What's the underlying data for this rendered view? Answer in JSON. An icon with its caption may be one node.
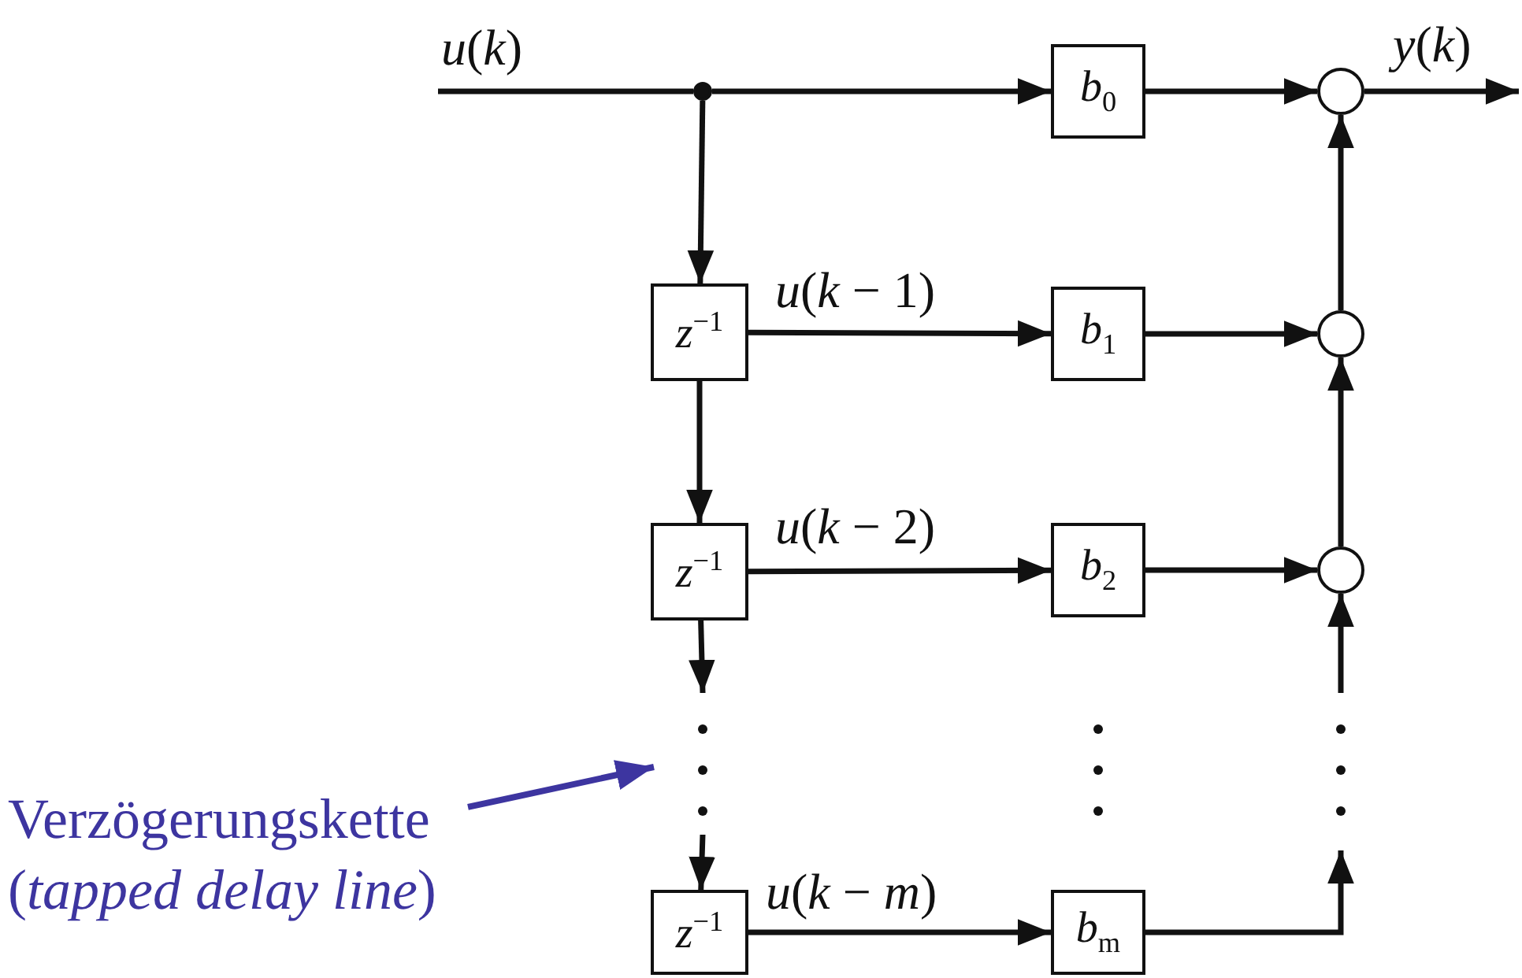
{
  "diagram": {
    "nodes": [
      {
        "text": [],
        "shape": "circle"
      },
      {
        "text": [
          "*b*$_{0}$"
        ]
      },
      {
        "text": [],
        "shape": "circle"
      },
      {
        "text": [
          "*z*$^{−1}$"
        ]
      },
      {
        "text": [
          "*b*$_{1}$"
        ]
      },
      {
        "text": [],
        "shape": "circle"
      },
      {
        "text": [
          "*z*$^{−1}$"
        ]
      },
      {
        "text": [
          "*b*$_{2}$"
        ]
      },
      {
        "text": [],
        "shape": "circle"
      },
      {
        "text": [
          "*z*$^{−1}$"
        ]
      },
      {
        "text": [
          "*b*$_{m}$"
        ]
      },
      {
        "text": [
          "Verzögerungskette (*tapped delay line*)"
        ]
      }
    ],
    "edges": [
      {
        "from": null,
        "to": 0,
        "arrow": "none",
        "label": "*u*(*k*)"
      },
      {
        "from": 0,
        "to": 1,
        "arrow": "to"
      },
      {
        "from": 1,
        "to": 2,
        "arrow": "to"
      },
      {
        "from": 2,
        "to": null,
        "arrow": "to",
        "label": "*y*(*k*)"
      },
      {
        "from": 0,
        "to": 3,
        "arrow": "to"
      },
      {
        "from": 3,
        "to": 4,
        "arrow": "to",
        "label": "*u*(*k* − 1)"
      },
      {
        "from": 4,
        "to": 5,
        "arrow": "to"
      },
      {
        "from": 5,
        "to": 2,
        "arrow": "to"
      },
      {
        "from": 3,
        "to": 6,
        "arrow": "to"
      },
      {
        "from": 6,
        "to": 7,
        "arrow": "to",
        "label": "*u*(*k* − 2)"
      },
      {
        "from": 7,
        "to": 8,
        "arrow": "to"
      },
      {
        "from": 8,
        "to": 5,
        "arrow": "to"
      },
      {
        "from": 6,
        "to": null,
        "arrow": "to"
      },
      {
        "from": null,
        "to": 9,
        "arrow": "to"
      },
      {
        "from": 9,
        "to": 10,
        "arrow": "to",
        "label": "*u*(*k* − *m*)"
      },
      {
        "from": 10,
        "to": null,
        "arrow": "to"
      },
      {
        "from": null,
        "to": 8,
        "arrow": "to"
      },
      {
        "from": 11,
        "to": null,
        "arrow": "to",
        "color": "#3d35a0"
      }
    ]
  }
}
